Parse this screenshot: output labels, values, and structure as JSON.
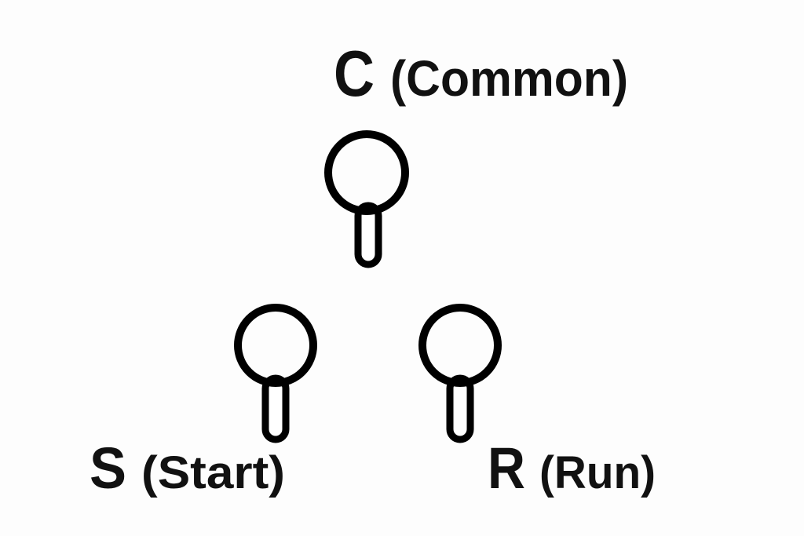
{
  "terminals": [
    {
      "letter": "C",
      "name": "(Common)"
    },
    {
      "letter": "S",
      "name": "(Start)"
    },
    {
      "letter": "R",
      "name": "(Run)"
    }
  ],
  "colors": {
    "stroke": "#000000",
    "background": "#fdfdfd"
  }
}
